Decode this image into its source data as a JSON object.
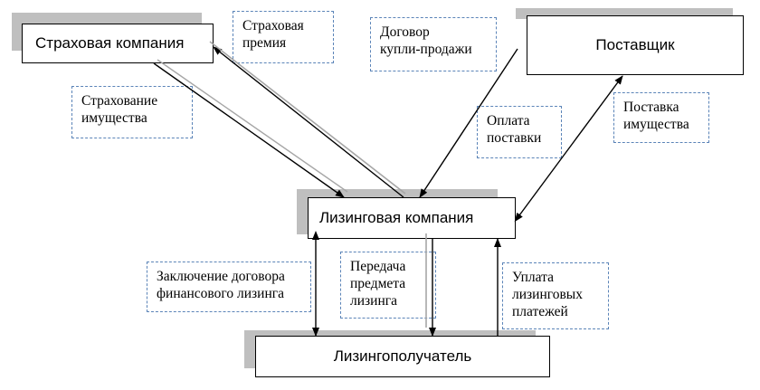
{
  "entities": {
    "insurance_company": "Страховая компания",
    "supplier": "Поставщик",
    "leasing_company": "Лизинговая компания",
    "lessee": "Лизингополучатель"
  },
  "labels": {
    "insurance_premium": "Страховая\nпремия",
    "purchase_contract": "Договор\nкупли-продажи",
    "property_insurance": "Страхование\nимущества",
    "delivery_payment": "Оплата\nпоставки",
    "property_delivery": "Поставка\nимущества",
    "finance_lease_contract": "Заключение договора\nфинансового лизинга",
    "asset_transfer": "Передача\nпредмета\nлизинга",
    "lease_payments": "Уплата\nлизинговых\nплатежей"
  },
  "colors": {
    "shadow": "#bfbfbf",
    "dashed_border": "#5b84b8",
    "arrow": "#000000"
  }
}
